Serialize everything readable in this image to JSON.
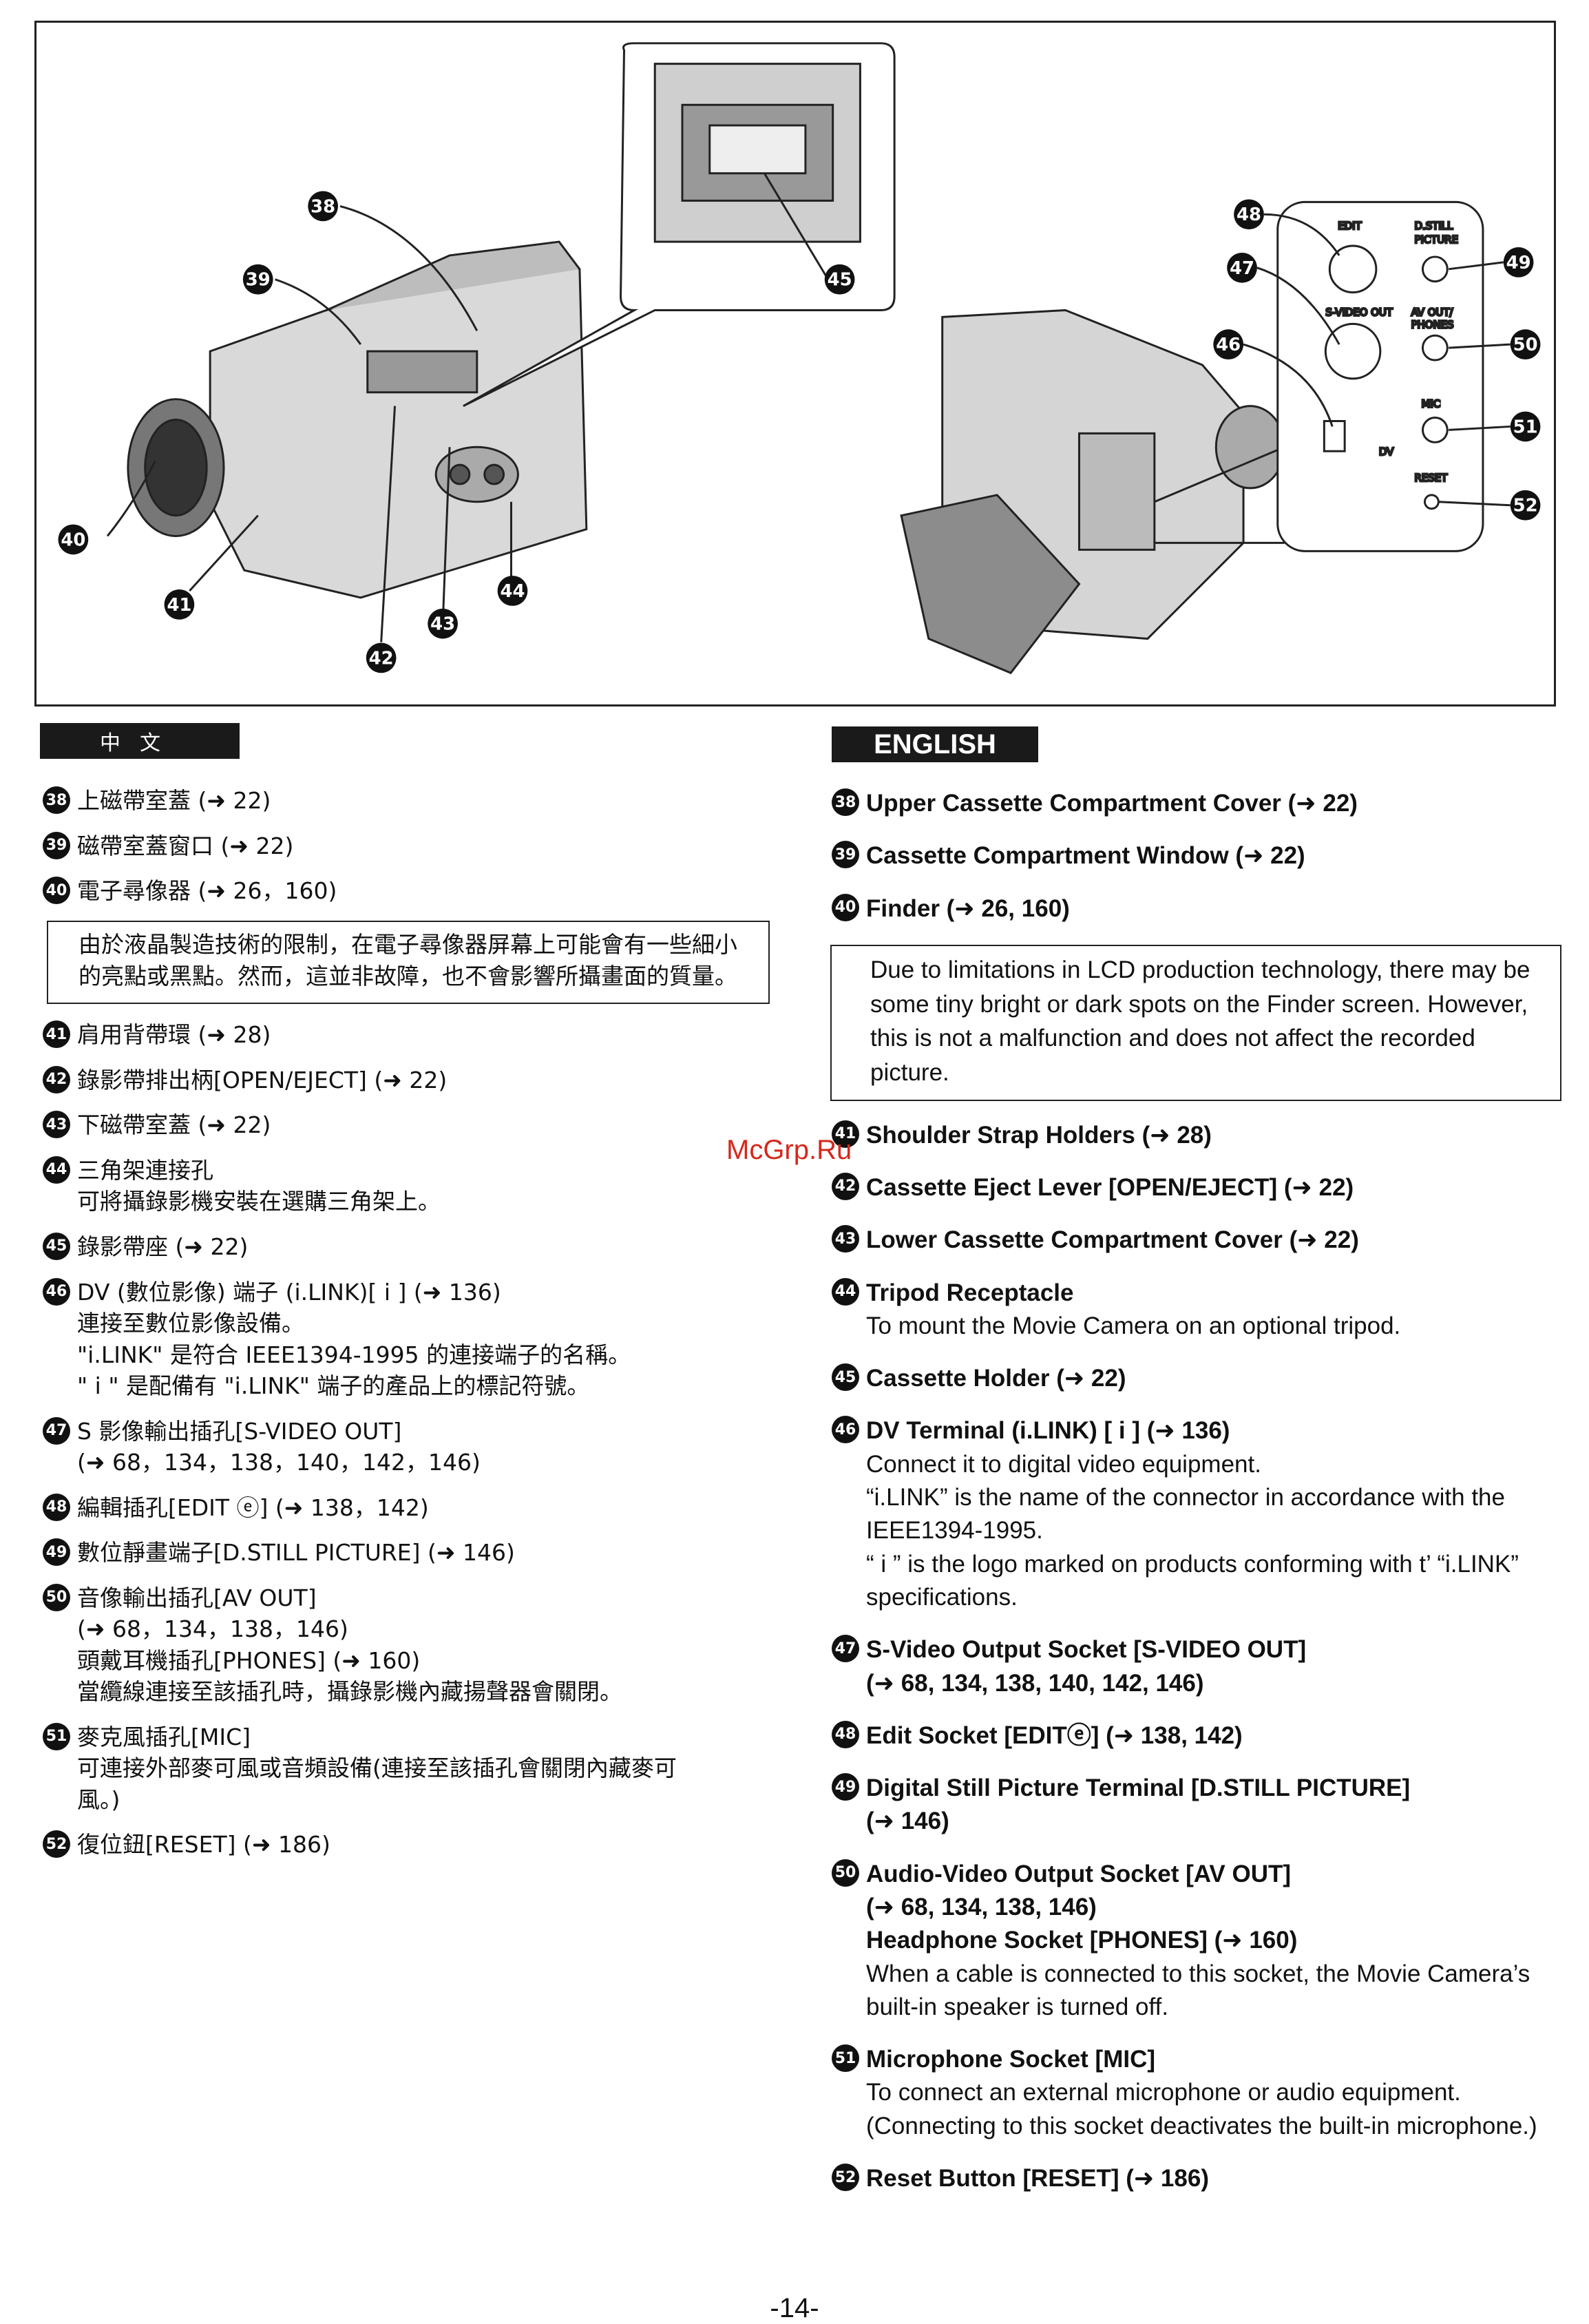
{
  "illustration": {
    "callouts_left": [
      "38",
      "39",
      "40",
      "41",
      "42",
      "43",
      "44"
    ],
    "callout_window": "45",
    "callouts_right": [
      "48",
      "47",
      "46",
      "49",
      "50",
      "51",
      "52"
    ],
    "panel_labels": {
      "edit": "EDIT",
      "dstill": "D.STILL",
      "picture": "PICTURE",
      "svideo_out": "S-VIDEO OUT",
      "av_out": "AV OUT/",
      "phones": "PHONES",
      "mic": "MIC",
      "dv": "DV",
      "reset": "RESET"
    }
  },
  "lang": {
    "chinese": "中文",
    "english": "ENGLISH"
  },
  "chinese_items": [
    {
      "num": "38",
      "title": "上磁帶室蓋 (➜ 22)"
    },
    {
      "num": "39",
      "title": "磁帶室蓋窗口 (➜ 22)"
    },
    {
      "num": "40",
      "title": "電子尋像器 (➜ 26，160)"
    },
    {
      "num": "41",
      "title": "肩用背帶環 (➜ 28)"
    },
    {
      "num": "42",
      "title": "錄影帶排出柄[OPEN/EJECT] (➜ 22)"
    },
    {
      "num": "43",
      "title": "下磁帶室蓋 (➜ 22)"
    },
    {
      "num": "44",
      "title": "三角架連接孔",
      "lines": [
        "可將攝錄影機安裝在選購三角架上。"
      ]
    },
    {
      "num": "45",
      "title": "錄影帶座 (➜ 22)"
    },
    {
      "num": "46",
      "title": "DV (數位影像) 端子 (i.LINK)[ i ] (➜ 136)",
      "lines": [
        "連接至數位影像設備。",
        "\"i.LINK\" 是符合 IEEE1394-1995 的連接端子的名稱。",
        "\" i \" 是配備有 \"i.LINK\" 端子的產品上的標記符號。"
      ]
    },
    {
      "num": "47",
      "title": "S 影像輸出插孔[S-VIDEO OUT]",
      "lines": [
        "(➜ 68，134，138，140，142，146)"
      ]
    },
    {
      "num": "48",
      "title": "編輯插孔[EDIT ⓔ] (➜ 138，142)"
    },
    {
      "num": "49",
      "title": "數位靜畫端子[D.STILL PICTURE] (➜ 146)"
    },
    {
      "num": "50",
      "title": "音像輸出插孔[AV OUT]",
      "lines": [
        "(➜ 68，134，138，146)",
        "頭戴耳機插孔[PHONES] (➜ 160)",
        "當纜線連接至該插孔時，攝錄影機內藏揚聲器會關閉。"
      ]
    },
    {
      "num": "51",
      "title": "麥克風插孔[MIC]",
      "lines": [
        "可連接外部麥可風或音頻設備(連接至該插孔會關閉內藏麥可",
        "風。)"
      ]
    },
    {
      "num": "52",
      "title": "復位鈕[RESET] (➜ 186)"
    }
  ],
  "chinese_note": "由於液晶製造技術的限制，在電子尋像器屏幕上可能會有一些細小的亮點或黑點。然而，這並非故障，也不會影響所攝畫面的質量。",
  "english_items": [
    {
      "num": "38",
      "title": "Upper Cassette Compartment Cover (➜ 22)"
    },
    {
      "num": "39",
      "title": "Cassette Compartment Window (➜ 22)"
    },
    {
      "num": "40",
      "title": "Finder (➜ 26, 160)"
    },
    {
      "num": "41",
      "title": "Shoulder Strap Holders (➜ 28)"
    },
    {
      "num": "42",
      "title": "Cassette Eject Lever [OPEN/EJECT] (➜ 22)"
    },
    {
      "num": "43",
      "title": "Lower Cassette Compartment Cover (➜ 22)"
    },
    {
      "num": "44",
      "title": "Tripod Receptacle",
      "lines": [
        "To mount the Movie Camera on an optional tripod."
      ]
    },
    {
      "num": "45",
      "title": "Cassette Holder (➜ 22)"
    },
    {
      "num": "46",
      "title": "DV Terminal (i.LINK) [ i ] (➜ 136)",
      "lines": [
        "Connect it to digital video equipment.",
        "“i.LINK” is the name of the connector in accordance with the IEEE1394-1995.",
        "“ i ” is the logo marked on products conforming with t’ “i.LINK” specifications."
      ]
    },
    {
      "num": "47",
      "title": "S-Video Output Socket [S-VIDEO OUT]",
      "bold_lines": [
        "(➜ 68, 134, 138, 140, 142, 146)"
      ]
    },
    {
      "num": "48",
      "title": "Edit Socket [EDITⓔ] (➜ 138, 142)"
    },
    {
      "num": "49",
      "title": "Digital Still Picture Terminal [D.STILL PICTURE]",
      "bold_lines": [
        "(➜ 146)"
      ]
    },
    {
      "num": "50",
      "title": "Audio-Video Output Socket [AV OUT]",
      "bold_lines": [
        "(➜ 68, 134, 138, 146)",
        "Headphone Socket  [PHONES] (➜ 160)"
      ],
      "lines": [
        "When a cable is connected to this socket, the Movie Camera’s built-in speaker is turned off."
      ]
    },
    {
      "num": "51",
      "title": "Microphone Socket [MIC]",
      "lines": [
        "To connect an external microphone or audio equipment. (Connecting to this socket deactivates the built-in microphone.)"
      ]
    },
    {
      "num": "52",
      "title": "Reset Button [RESET] (➜ 186)"
    }
  ],
  "english_note": "Due to limitations in LCD production technology, there may be some tiny bright or dark spots on the Finder screen. However, this is not a malfunction and does not affect the recorded picture.",
  "watermark": "McGrp.Ru",
  "page_number": "-14-"
}
